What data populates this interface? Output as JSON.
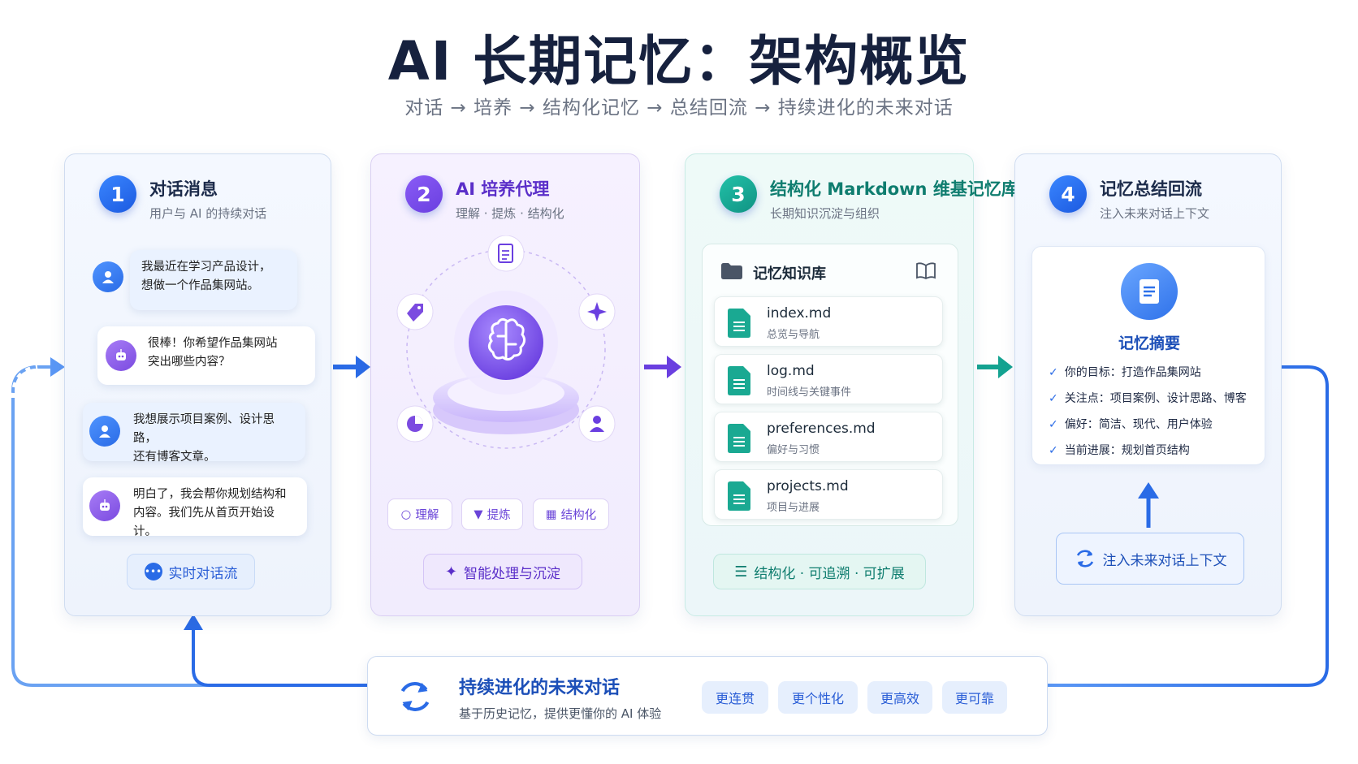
{
  "header": {
    "title": "AI 长期记忆：架构概览",
    "subtitle": "对话 → 培养 → 结构化记忆 → 总结回流 → 持续进化的未来对话"
  },
  "panel1": {
    "num": "1",
    "title": "对话消息",
    "subtitle": "用户与 AI 的持续对话",
    "messages": [
      {
        "role": "user",
        "text1": "我最近在学习产品设计，",
        "text2": "想做一个作品集网站。"
      },
      {
        "role": "bot",
        "text1": "很棒！你希望作品集网站",
        "text2": "突出哪些内容？"
      },
      {
        "role": "user",
        "text1": "我想展示项目案例、设计思路，",
        "text2": "还有博客文章。"
      },
      {
        "role": "bot",
        "text1": "明白了，我会帮你规划结构和",
        "text2": "内容。我们先从首页开始设计。"
      }
    ],
    "footer": "实时对话流"
  },
  "panel2": {
    "num": "2",
    "title": "AI 培养代理",
    "subtitle": "理解 · 提炼 · 结构化",
    "tags": [
      "理解",
      "提炼",
      "结构化"
    ],
    "footer": "智能处理与沉淀"
  },
  "panel3": {
    "num": "3",
    "title": "结构化 Markdown 维基记忆库",
    "subtitle": "长期知识沉淀与组织",
    "library_title": "记忆知识库",
    "files": [
      {
        "name": "index.md",
        "desc": "总览与导航"
      },
      {
        "name": "log.md",
        "desc": "时间线与关键事件"
      },
      {
        "name": "preferences.md",
        "desc": "偏好与习惯"
      },
      {
        "name": "projects.md",
        "desc": "项目与进展"
      }
    ],
    "footer": "结构化 · 可追溯 · 可扩展"
  },
  "panel4": {
    "num": "4",
    "title": "记忆总结回流",
    "subtitle": "注入未来对话上下文",
    "summary_title": "记忆摘要",
    "items": [
      "你的目标：打造作品集网站",
      "关注点：项目案例、设计思路、博客",
      "偏好：简洁、现代、用户体验",
      "当前进展：规划首页结构"
    ],
    "footer": "注入未来对话上下文"
  },
  "bottom": {
    "title": "持续进化的未来对话",
    "subtitle": "基于历史记忆，提供更懂你的 AI 体验",
    "chips": [
      "更连贯",
      "更个性化",
      "更高效",
      "更可靠"
    ]
  },
  "colors": {
    "blue": "#2a6be6",
    "purple": "#6a3fe0",
    "teal": "#14a391",
    "title": "#16213e"
  },
  "icons": [
    "user-icon",
    "robot-icon",
    "brain-icon",
    "document-icon",
    "tag-icon",
    "sparkle-icon",
    "pie-chart-icon",
    "person-icon",
    "folder-icon",
    "book-icon",
    "markdown-file-icon",
    "refresh-icon",
    "chat-icon",
    "filter-icon",
    "grid-icon",
    "lightbulb-icon",
    "database-icon",
    "arrow-right-icon",
    "arrow-up-icon"
  ]
}
